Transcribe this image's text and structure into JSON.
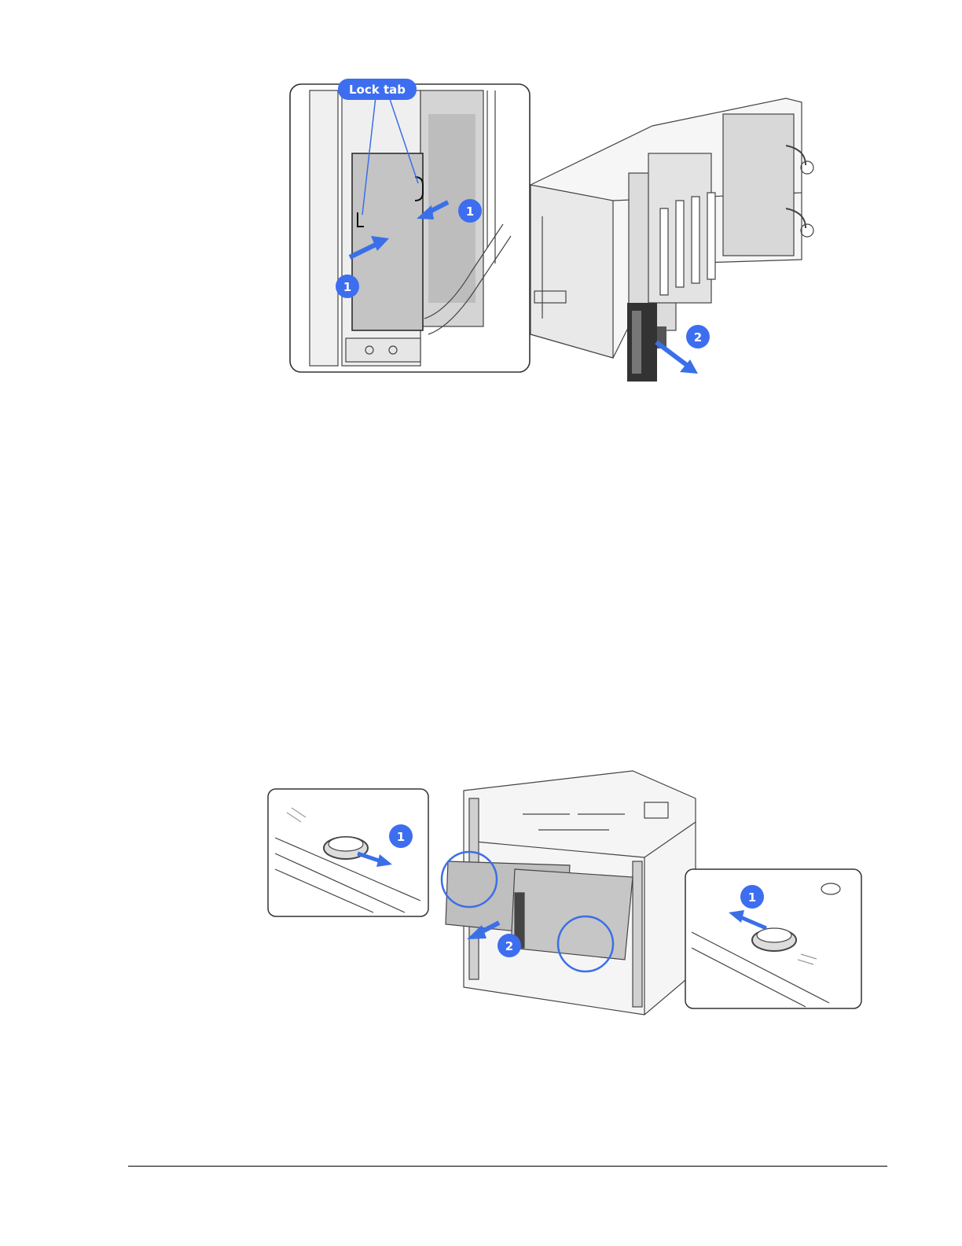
{
  "figure1": {
    "lock_tab_label": "Lock tab",
    "callouts": [
      "1",
      "1",
      "2"
    ]
  },
  "figure2": {
    "callouts": [
      "1",
      "2",
      "1"
    ]
  },
  "colors": {
    "callout_blue": "#3d6ef0",
    "arrow_blue": "#3a6fe8",
    "line_dark": "#333333",
    "gray_fill": "#c8c8c8"
  }
}
